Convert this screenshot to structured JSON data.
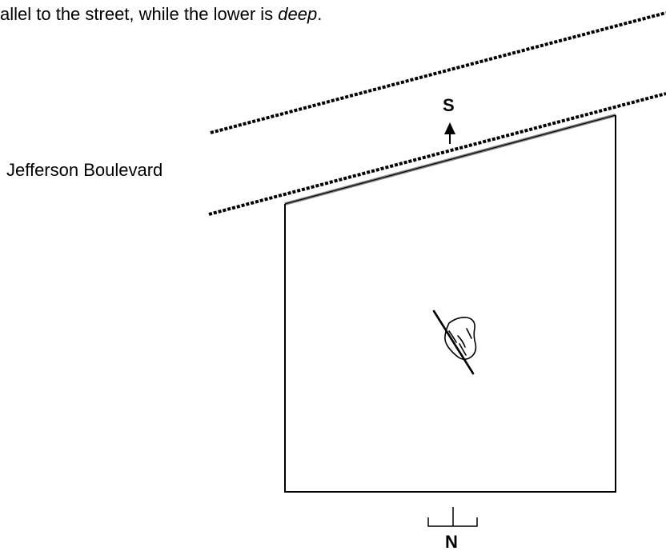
{
  "caption": {
    "before": "allel to the street, while the lower is ",
    "emphasis": "deep",
    "after": "."
  },
  "street_label": "Jefferson Boulevard",
  "compass": {
    "top_label": "S",
    "bottom_label": "N"
  },
  "icons": {
    "hand": "hand-writing-icon",
    "arrow": "up-arrow-icon",
    "door": "door-marker-icon"
  }
}
